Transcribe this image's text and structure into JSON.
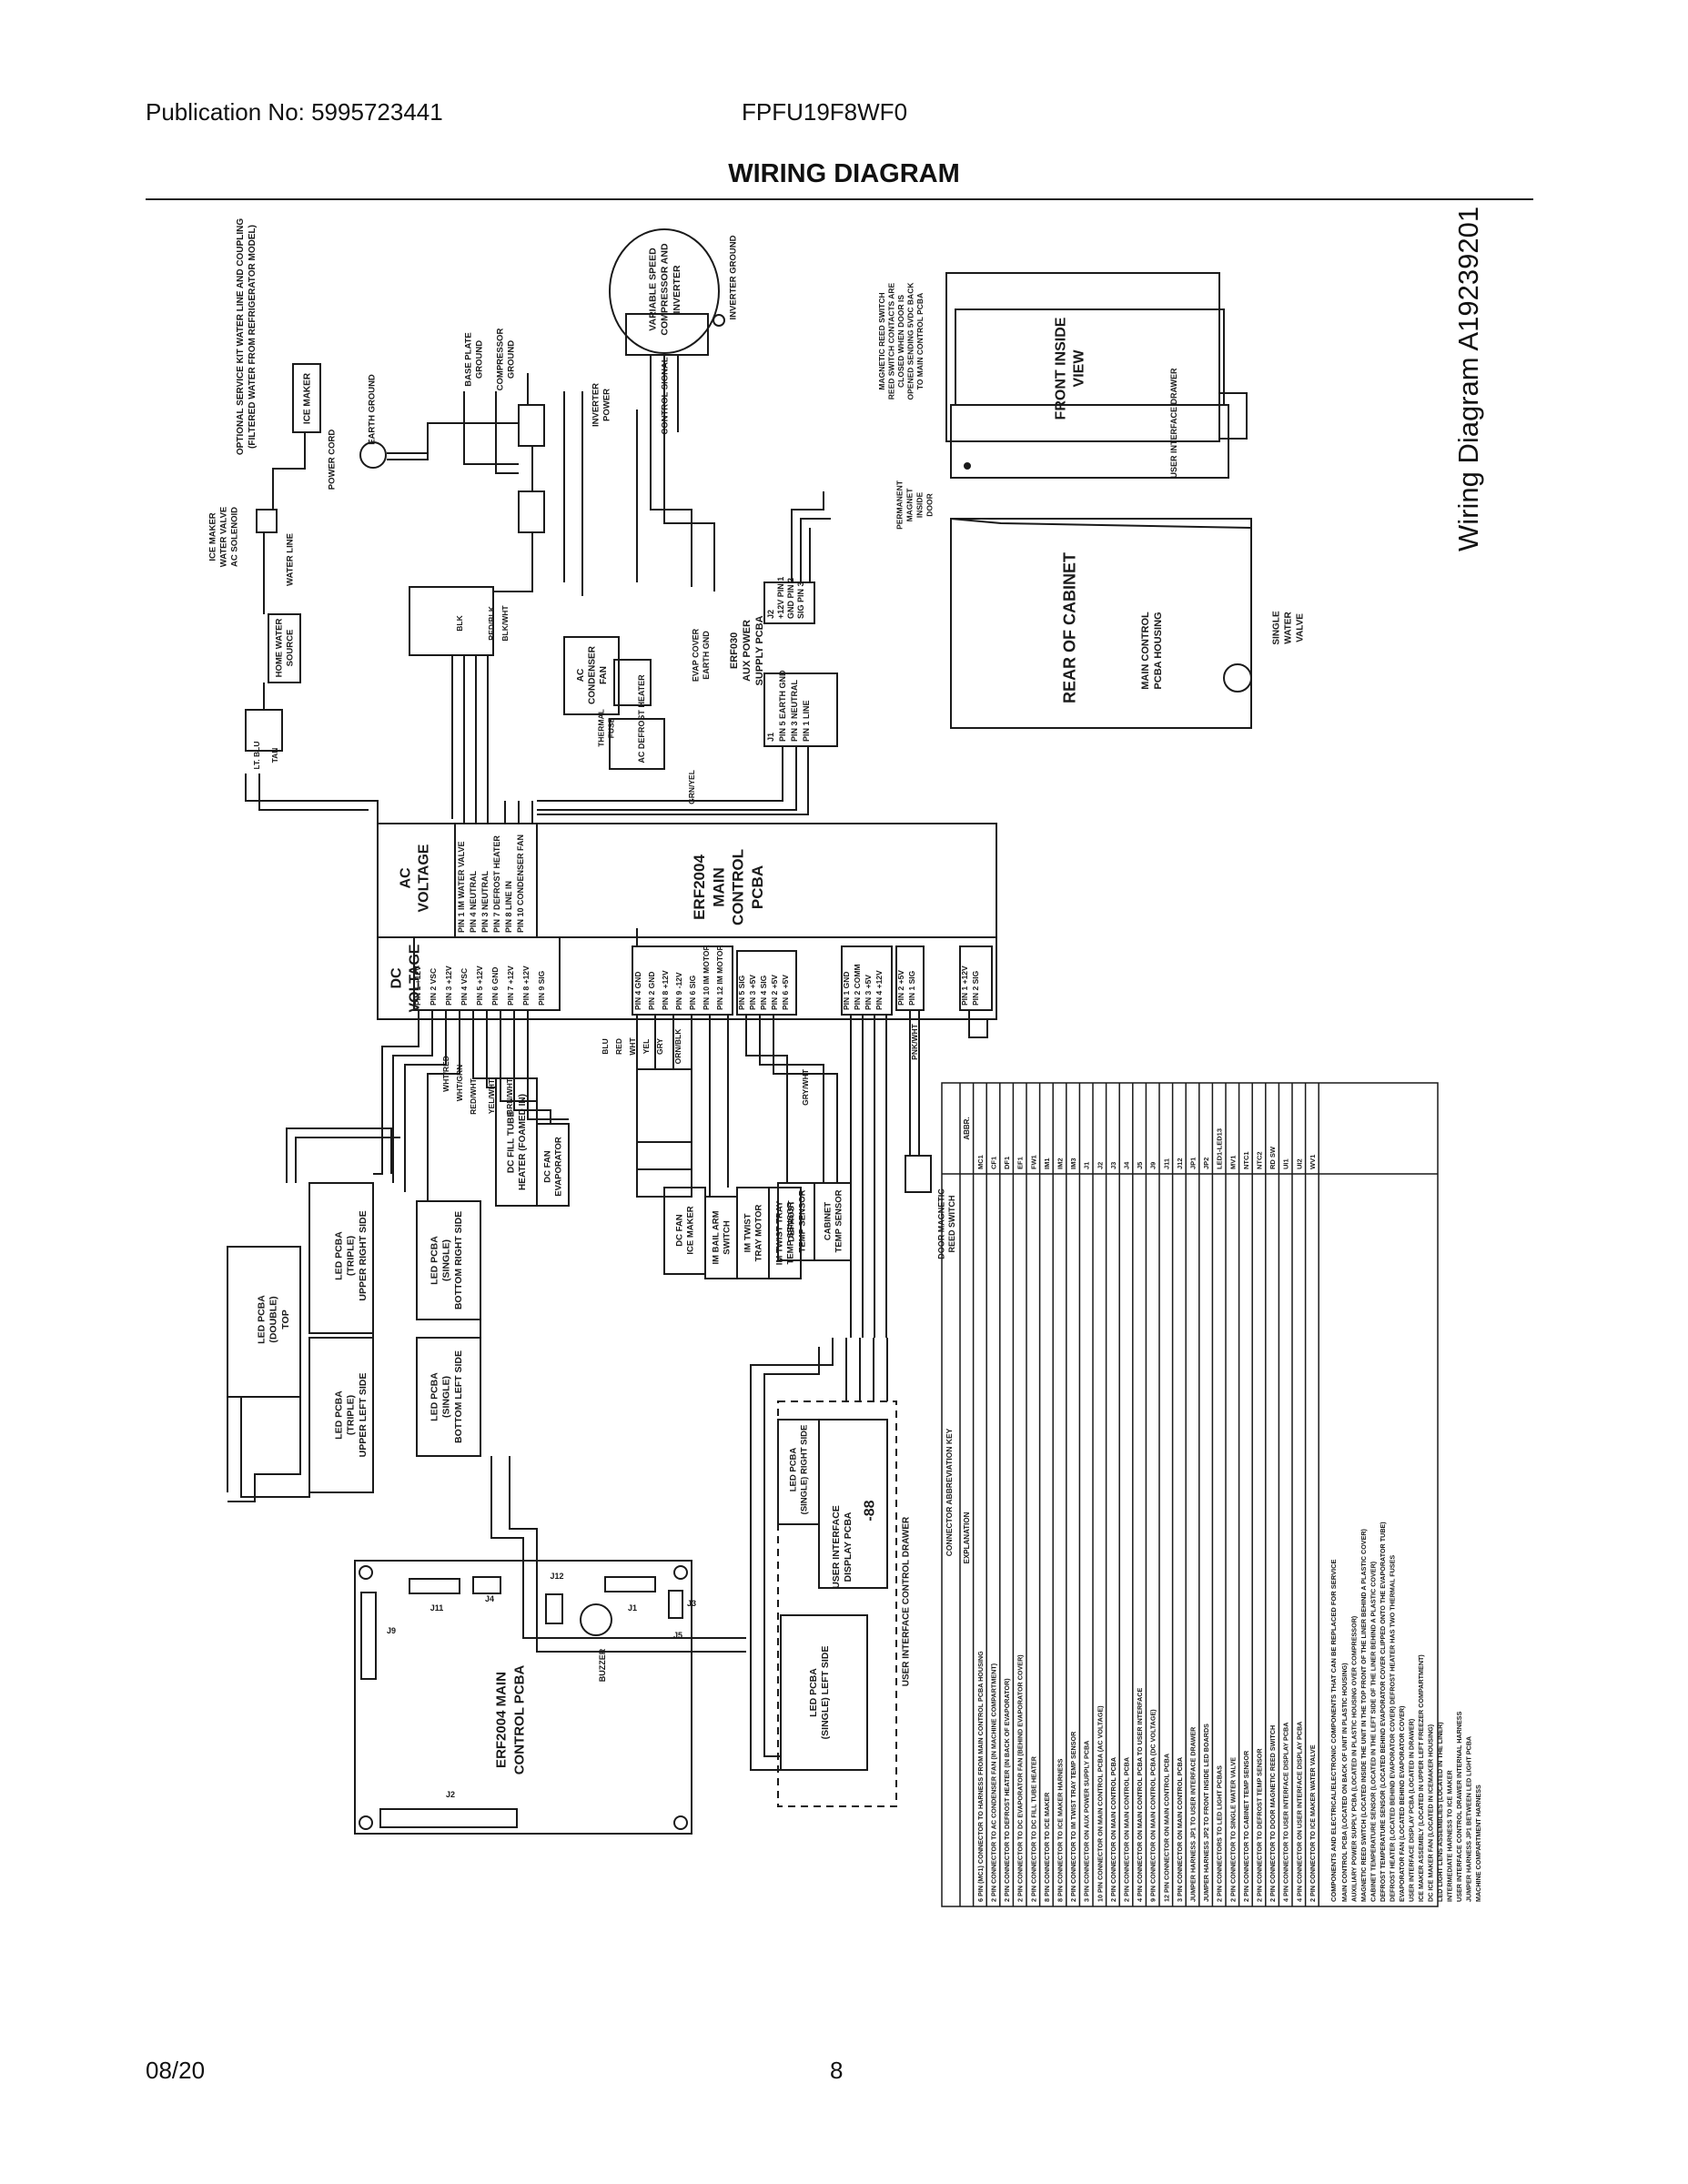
{
  "header": {
    "publication": "Publication No: 5995723441",
    "model": "FPFU19F8WF0",
    "title": "WIRING DIAGRAM"
  },
  "side_label": "Wiring Diagram A19239201",
  "footer": {
    "date": "08/20",
    "page": "8"
  },
  "diagram": {
    "main_control_block": [
      "ERF2004",
      "MAIN",
      "CONTROL",
      "PCBA"
    ],
    "ac_voltage_label": [
      "AC",
      "VOLTAGE"
    ],
    "dc_voltage_label": [
      "DC",
      "VOLTAGE"
    ],
    "compressor": [
      "VARIABLE SPEED",
      "COMPRESSOR AND",
      "INVERTER"
    ],
    "inverter_ground": "INVERTER GROUND",
    "optional_service_kit": [
      "OPTIONAL SERVICE KIT WATER LINE AND COUPLING",
      "(FILTERED WATER FROM REFRIGERATOR MODEL)"
    ],
    "ice_maker": "ICE MAKER",
    "earth_ground": "EARTH GROUND",
    "power_cord": "POWER CORD",
    "ice_maker_valve": [
      "ICE MAKER",
      "WATER VALVE",
      "AC SOLENOID"
    ],
    "water_line": "WATER LINE",
    "home_water_source": [
      "HOME WATER",
      "SOURCE"
    ],
    "base_plate_ground": [
      "BASE PLATE",
      "GROUND"
    ],
    "compressor_ground": [
      "COMPRESSOR",
      "GROUND"
    ],
    "inverter_power": [
      "INVERTER",
      "POWER"
    ],
    "control_signal": [
      "CONTROL SIGNAL"
    ],
    "ac_condenser_fan": [
      "AC",
      "CONDENSER",
      "FAN"
    ],
    "ac_defrost_heater": "AC DEFROST HEATER",
    "thermal_fuse": [
      "THERMAL",
      "FUSE"
    ],
    "evap_cover_ground": [
      "EVAP COVER",
      "EARTH GND"
    ],
    "aux_power": [
      "ERF030",
      "AUX POWER",
      "SUPPLY PCBA"
    ],
    "j2_rows": [
      "J2",
      "+12V PIN 1",
      "GND PIN 2",
      "SIG PIN 3"
    ],
    "j1_rows": [
      "J1",
      "PIN 5 EARTH GND",
      "PIN 3 NEUTRAL",
      "PIN 1 LINE"
    ],
    "front_view": [
      "FRONT INSIDE",
      "VIEW"
    ],
    "reed_switch_note": [
      "MAGNETIC REED SWITCH",
      "REED SWITCH CONTACTS ARE",
      "CLOSED WHEN DOOR IS",
      "OPENED SENDING 5VDC BACK",
      "TO MAIN CONTROL PCBA"
    ],
    "permanent_magnet": [
      "PERMANENT",
      "MAGNET",
      "INSIDE",
      "DOOR"
    ],
    "user_interface_drawer": "USER INTERFACE DRAWER",
    "rear_of_cabinet": "REAR OF CABINET",
    "main_control_housing": [
      "MAIN CONTROL",
      "PCBA HOUSING"
    ],
    "single_water_valve": [
      "SINGLE",
      "WATER",
      "VALVE"
    ],
    "j2_ac_pins": [
      "PIN 1 IM WATER VALVE",
      "PIN 4 NEUTRAL",
      "PIN 3 NEUTRAL",
      "PIN 7 DEFROST HEATER",
      "PIN 8 LINE IN",
      "PIN 10 CONDENSER FAN"
    ],
    "j9_pins": [
      "PIN 1 +12V",
      "PIN 2 VSC",
      "PIN 3 +12V",
      "PIN 4 VSC",
      "PIN 5 +12V",
      "PIN 6 GND",
      "PIN 7 +12V",
      "PIN 8 +12V",
      "PIN 9 SIG"
    ],
    "j11_pins": [
      "PIN 4 GND",
      "PIN 2 GND",
      "PIN 8 +12V",
      "PIN 9 -12V",
      "PIN 6 SIG",
      "PIN 10 IM MOTOR",
      "PIN 12 IM MOTOR"
    ],
    "j1_main_pins": [
      "PIN 5 SIG",
      "PIN 3 +5V",
      "PIN 4 SIG",
      "PIN 2 +5V",
      "PIN 6 +5V"
    ],
    "j5_pins": [
      "PIN 1 GND",
      "PIN 2 COMM",
      "PIN 3 +5V",
      "PIN 4 +12V"
    ],
    "j3_pins": [
      "PIN 2 +5V",
      "PIN 1 SIG"
    ],
    "j4_pins": [
      "PIN 1 +12V",
      "PIN 2 SIG"
    ],
    "loads": {
      "dc_fill_tube": [
        "DC FILL TUBE",
        "HEATER (FOAMED IN)"
      ],
      "dc_fan_evaporator": [
        "DC FAN",
        "EVAPORATOR"
      ],
      "dc_fan_ice_maker": [
        "DC FAN",
        "ICE MAKER"
      ],
      "im_bail_arm": [
        "IM BAIL ARM",
        "SWITCH"
      ],
      "im_twist_tray_motor": [
        "IM TWIST",
        "TRAY MOTOR"
      ],
      "im_twist_tray_temp": [
        "IM TWIST TRAY",
        "TEMP SENSOR"
      ],
      "defrost_temp_sensor": [
        "DEFROST",
        "TEMP SENSOR"
      ],
      "cabinet_temp_sensor": [
        "CABINET",
        "TEMP SENSOR"
      ],
      "door_reed_switch": [
        "DOOR MAGNETIC",
        "REED SWITCH"
      ]
    },
    "led_boards": {
      "top": [
        "LED PCBA",
        "(DOUBLE)",
        "TOP"
      ],
      "upper_right": [
        "LED PCBA",
        "(TRIPLE)",
        "UPPER RIGHT SIDE"
      ],
      "bottom_right": [
        "LED PCBA",
        "(SINGLE)",
        "BOTTOM RIGHT SIDE"
      ],
      "upper_left": [
        "LED PCBA",
        "(TRIPLE)",
        "UPPER LEFT SIDE"
      ],
      "bottom_left": [
        "LED PCBA",
        "(SINGLE)",
        "BOTTOM LEFT SIDE"
      ],
      "ui_right": [
        "LED PCBA",
        "(SINGLE) RIGHT SIDE"
      ],
      "ui_left": [
        "LED PCBA",
        "(SINGLE) LEFT SIDE"
      ]
    },
    "user_interface_pcba": [
      "USER INTERFACE",
      "DISPLAY PCBA"
    ],
    "display_glyph": "-88",
    "ui_control_drawer": "USER INTERFACE CONTROL DRAWER",
    "board_layout": {
      "title": [
        "ERF2004 MAIN",
        "CONTROL PCBA"
      ],
      "buzzer": "BUZZER",
      "connectors": [
        "J9",
        "J11",
        "J4",
        "J12",
        "J1",
        "J5",
        "J2",
        "J3"
      ]
    },
    "wire_colors": [
      "LT. BLU",
      "TAN",
      "GRN/YEL",
      "BLK",
      "RED/BLK",
      "BLK/WHT",
      "WHT/RED",
      "WHT/GRN",
      "RED/WHT",
      "YEL/WHT",
      "BRN/WHT",
      "GRY/WHT",
      "PNK/WHT",
      "BLU",
      "RED",
      "WHT",
      "YEL",
      "GRY",
      "ORN/BLK"
    ],
    "connector_key": {
      "title": "CONNECTOR ABBREVIATION KEY",
      "header": [
        "ABBR.",
        "EXPLANATION"
      ],
      "rows": [
        [
          "MC1",
          "6 PIN (MC1) CONNECTOR TO HARNESS FROM MAIN CONTROL PCBA HOUSING"
        ],
        [
          "CF1",
          "2 PIN CONNECTOR TO AC CONDENSER FAN (IN MACHINE COMPARTMENT)"
        ],
        [
          "DF1",
          "2 PIN CONNECTOR TO DEFROST HEATER (IN BACK OF EVAPORATOR)"
        ],
        [
          "EF1",
          "2 PIN CONNECTOR TO DC EVAPORATOR FAN (BEHIND EVAPORATOR COVER)"
        ],
        [
          "FW1",
          "2 PIN CONNECTOR TO DC FILL TUBE HEATER"
        ],
        [
          "IM1",
          "8 PIN CONNECTOR TO ICE MAKER"
        ],
        [
          "IM2",
          "8 PIN CONNECTOR TO ICE MAKER HARNESS"
        ],
        [
          "IM3",
          "2 PIN CONNECTOR TO IM TWIST TRAY TEMP SENSOR"
        ],
        [
          "J1",
          "3 PIN CONNECTOR ON AUX POWER SUPPLY PCBA"
        ],
        [
          "J2",
          "10 PIN CONNECTOR ON MAIN CONTROL PCBA (AC VOLTAGE)"
        ],
        [
          "J3",
          "2 PIN CONNECTOR ON MAIN CONTROL PCBA"
        ],
        [
          "J4",
          "2 PIN CONNECTOR ON MAIN CONTROL PCBA"
        ],
        [
          "J5",
          "4 PIN CONNECTOR ON MAIN CONTROL PCBA TO USER INTERFACE"
        ],
        [
          "J9",
          "9 PIN CONNECTOR ON MAIN CONTROL PCBA (DC VOLTAGE)"
        ],
        [
          "J11",
          "12 PIN CONNECTOR ON MAIN CONTROL PCBA"
        ],
        [
          "J12",
          "3 PIN CONNECTOR ON MAIN CONTROL PCBA"
        ],
        [
          "JP1",
          "JUMPER HARNESS JP1 TO USER INTERFACE DRAWER"
        ],
        [
          "JP2",
          "JUMPER HARNESS JP2 TO FRONT INSIDE LED BOARDS"
        ],
        [
          "LED1-LED13",
          "2 PIN CONNECTORS TO LED LIGHT PCBAS"
        ],
        [
          "MV1",
          "2 PIN CONNECTOR TO SINGLE WATER VALVE"
        ],
        [
          "NTC1",
          "2 PIN CONNECTOR TO CABINET TEMP SENSOR"
        ],
        [
          "NTC2",
          "2 PIN CONNECTOR TO DEFROST TEMP SENSOR"
        ],
        [
          "RD SW",
          "2 PIN CONNECTOR TO DOOR MAGNETIC REED SWITCH"
        ],
        [
          "UI1",
          "4 PIN CONNECTOR TO USER INTERFACE DISPLAY PCBA"
        ],
        [
          "UI2",
          "4 PIN CONNECTOR ON USER INTERFACE DISPLAY PCBA"
        ],
        [
          "WV1",
          "2 PIN CONNECTOR TO ICE MAKER WATER VALVE"
        ]
      ]
    },
    "component_notes_title": "COMPONENTS AND ELECTRICAL/ELECTRONIC COMPONENTS THAT CAN BE REPLACED FOR SERVICE",
    "component_notes": [
      "MAIN CONTROL PCBA (LOCATED ON BACK OF UNIT IN PLASTIC HOUSING)",
      "AUXILIARY POWER SUPPLY PCBA (LOCATED IN PLASTIC HOUSING OVER COMPRESSOR)",
      "MAGNETIC REED SWITCH (LOCATED INSIDE THE UNIT IN THE TOP FRONT OF THE LINER BEHIND A PLASTIC COVER)",
      "CABINET TEMPERATURE SENSOR (LOCATED IN THE LEFT SIDE OF THE LINER BEHIND A PLASTIC COVER)",
      "DEFROST TEMPERATURE SENSOR (LOCATED BEHIND EVAPORATOR COVER CLIPPED ONTO THE EVAPORATOR TUBE)",
      "DEFROST HEATER (LOCATED BEHIND EVAPORATOR COVER) DEFROST HEATER HAS TWO THERMAL FUSES",
      "EVAPORATOR FAN (LOCATED BEHIND EVAPORATOR COVER)",
      "USER INTERFACE DISPLAY PCBA (LOCATED IN DRAWER)",
      "ICE MAKER ASSEMBLY (LOCATED IN UPPER LEFT FREEZER COMPARTMENT)",
      "DC ICE MAKER FAN (LOCATED IN ICEMAKER HOUSING)",
      "LED LIGHT LENS ASSEMBLIES (LOCATED IN THE LINER)",
      "INTERMEDIATE HARNESS TO ICE MAKER",
      "USER INTERFACE CONTROL DRAWER INTERNAL HARNESS",
      "JUMPER HARNESS JP1 BETWEEN LED LIGHT PCBA",
      "MACHINE COMPARTMENT HARNESS"
    ]
  }
}
